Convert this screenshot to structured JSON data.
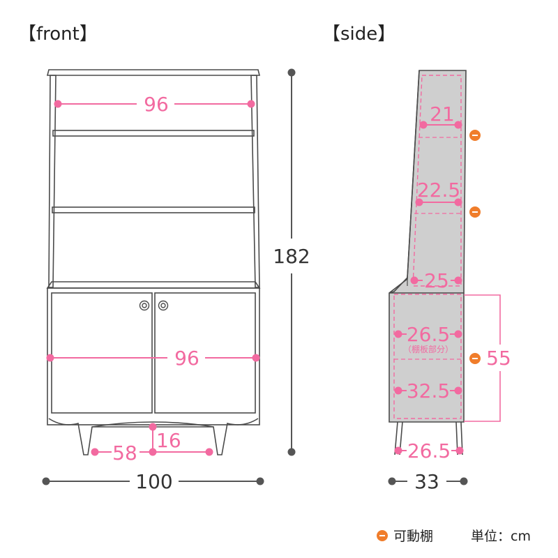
{
  "titles": {
    "front": "【front】",
    "side": "【side】"
  },
  "front": {
    "upper_width": "96",
    "lower_width": "96",
    "leg_span": "58",
    "leg_height": "16",
    "total_width": "100",
    "total_height": "182"
  },
  "side": {
    "shelf_1": "21",
    "shelf_2": "22.5",
    "shelf_3": "25",
    "shelf_4": "26.5",
    "shelf_4_note": "（棚板部分）",
    "shelf_5": "32.5",
    "base_depth": "26.5",
    "cabinet_height": "55",
    "total_depth": "33"
  },
  "legend": {
    "movable_shelf": "可動棚",
    "unit": "単位：cm"
  },
  "colors": {
    "pink": "#f26aa0",
    "orange": "#f07d2b",
    "outline": "#4a4a4a",
    "side_fill": "#cfcfcf",
    "dim_gray": "#555555"
  }
}
